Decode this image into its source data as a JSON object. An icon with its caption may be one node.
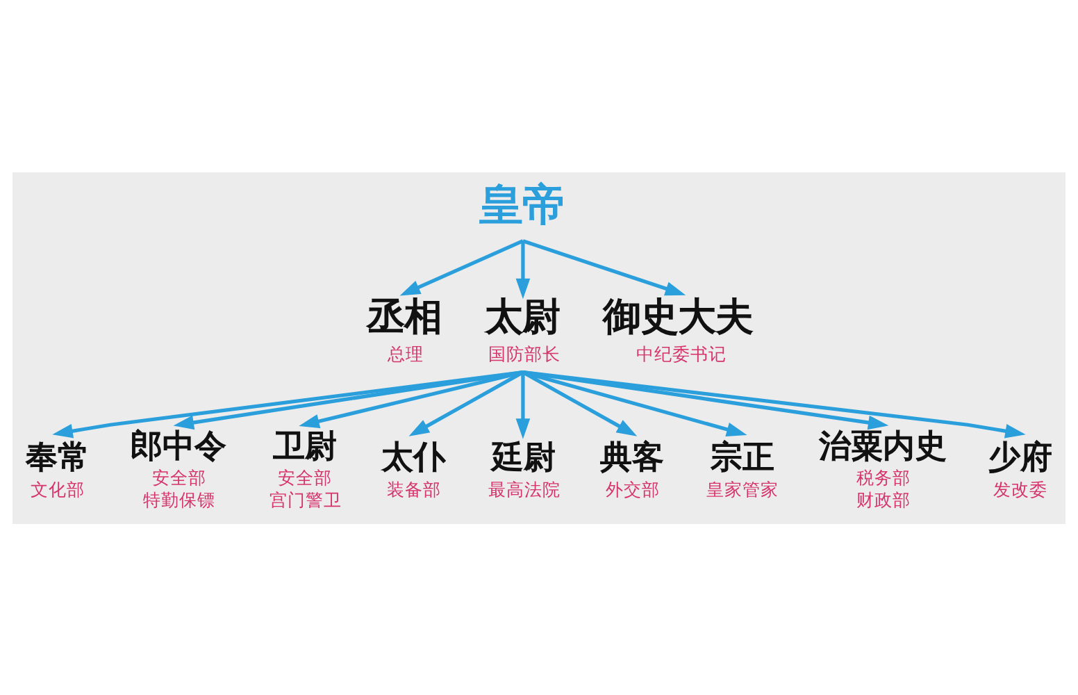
{
  "diagram": {
    "nodes": [
      {
        "text": [
          "皇帝"
        ]
      },
      {
        "text": [
          "丞相"
        ],
        "beside": [
          "总理"
        ]
      },
      {
        "text": [
          "太尉"
        ],
        "beside": [
          "国防部长"
        ]
      },
      {
        "text": [
          "御史大夫"
        ],
        "beside": [
          "中纪委书记"
        ]
      },
      {
        "text": [
          "奉常"
        ],
        "beside": [
          "文化部"
        ]
      },
      {
        "text": [
          "郎中令"
        ],
        "beside": [
          "安全部",
          "特勤保镖"
        ]
      },
      {
        "text": [
          "卫尉"
        ],
        "beside": [
          "安全部",
          "宫门警卫"
        ]
      },
      {
        "text": [
          "太仆"
        ],
        "beside": [
          "装备部"
        ]
      },
      {
        "text": [
          "廷尉"
        ],
        "beside": [
          "最高法院"
        ]
      },
      {
        "text": [
          "典客"
        ],
        "beside": [
          "外交部"
        ]
      },
      {
        "text": [
          "宗正"
        ],
        "beside": [
          "皇家管家"
        ]
      },
      {
        "text": [
          "治粟内史"
        ],
        "beside": [
          "税务部",
          "财政部"
        ]
      },
      {
        "text": [
          "少府"
        ],
        "beside": [
          "发改委"
        ]
      }
    ],
    "edges": [
      {
        "from": 0,
        "to": 1,
        "arrow": "to"
      },
      {
        "from": 0,
        "to": 2,
        "arrow": "to"
      },
      {
        "from": 0,
        "to": 3,
        "arrow": "to"
      },
      {
        "from": 2,
        "to": 4,
        "arrow": "to"
      },
      {
        "from": 2,
        "to": 5,
        "arrow": "to"
      },
      {
        "from": 2,
        "to": 6,
        "arrow": "to"
      },
      {
        "from": 2,
        "to": 7,
        "arrow": "to"
      },
      {
        "from": 2,
        "to": 8,
        "arrow": "to"
      },
      {
        "from": 2,
        "to": 9,
        "arrow": "to"
      },
      {
        "from": 2,
        "to": 10,
        "arrow": "to"
      },
      {
        "from": 2,
        "to": 11,
        "arrow": "to"
      },
      {
        "from": 2,
        "to": 12,
        "arrow": "to"
      }
    ]
  }
}
